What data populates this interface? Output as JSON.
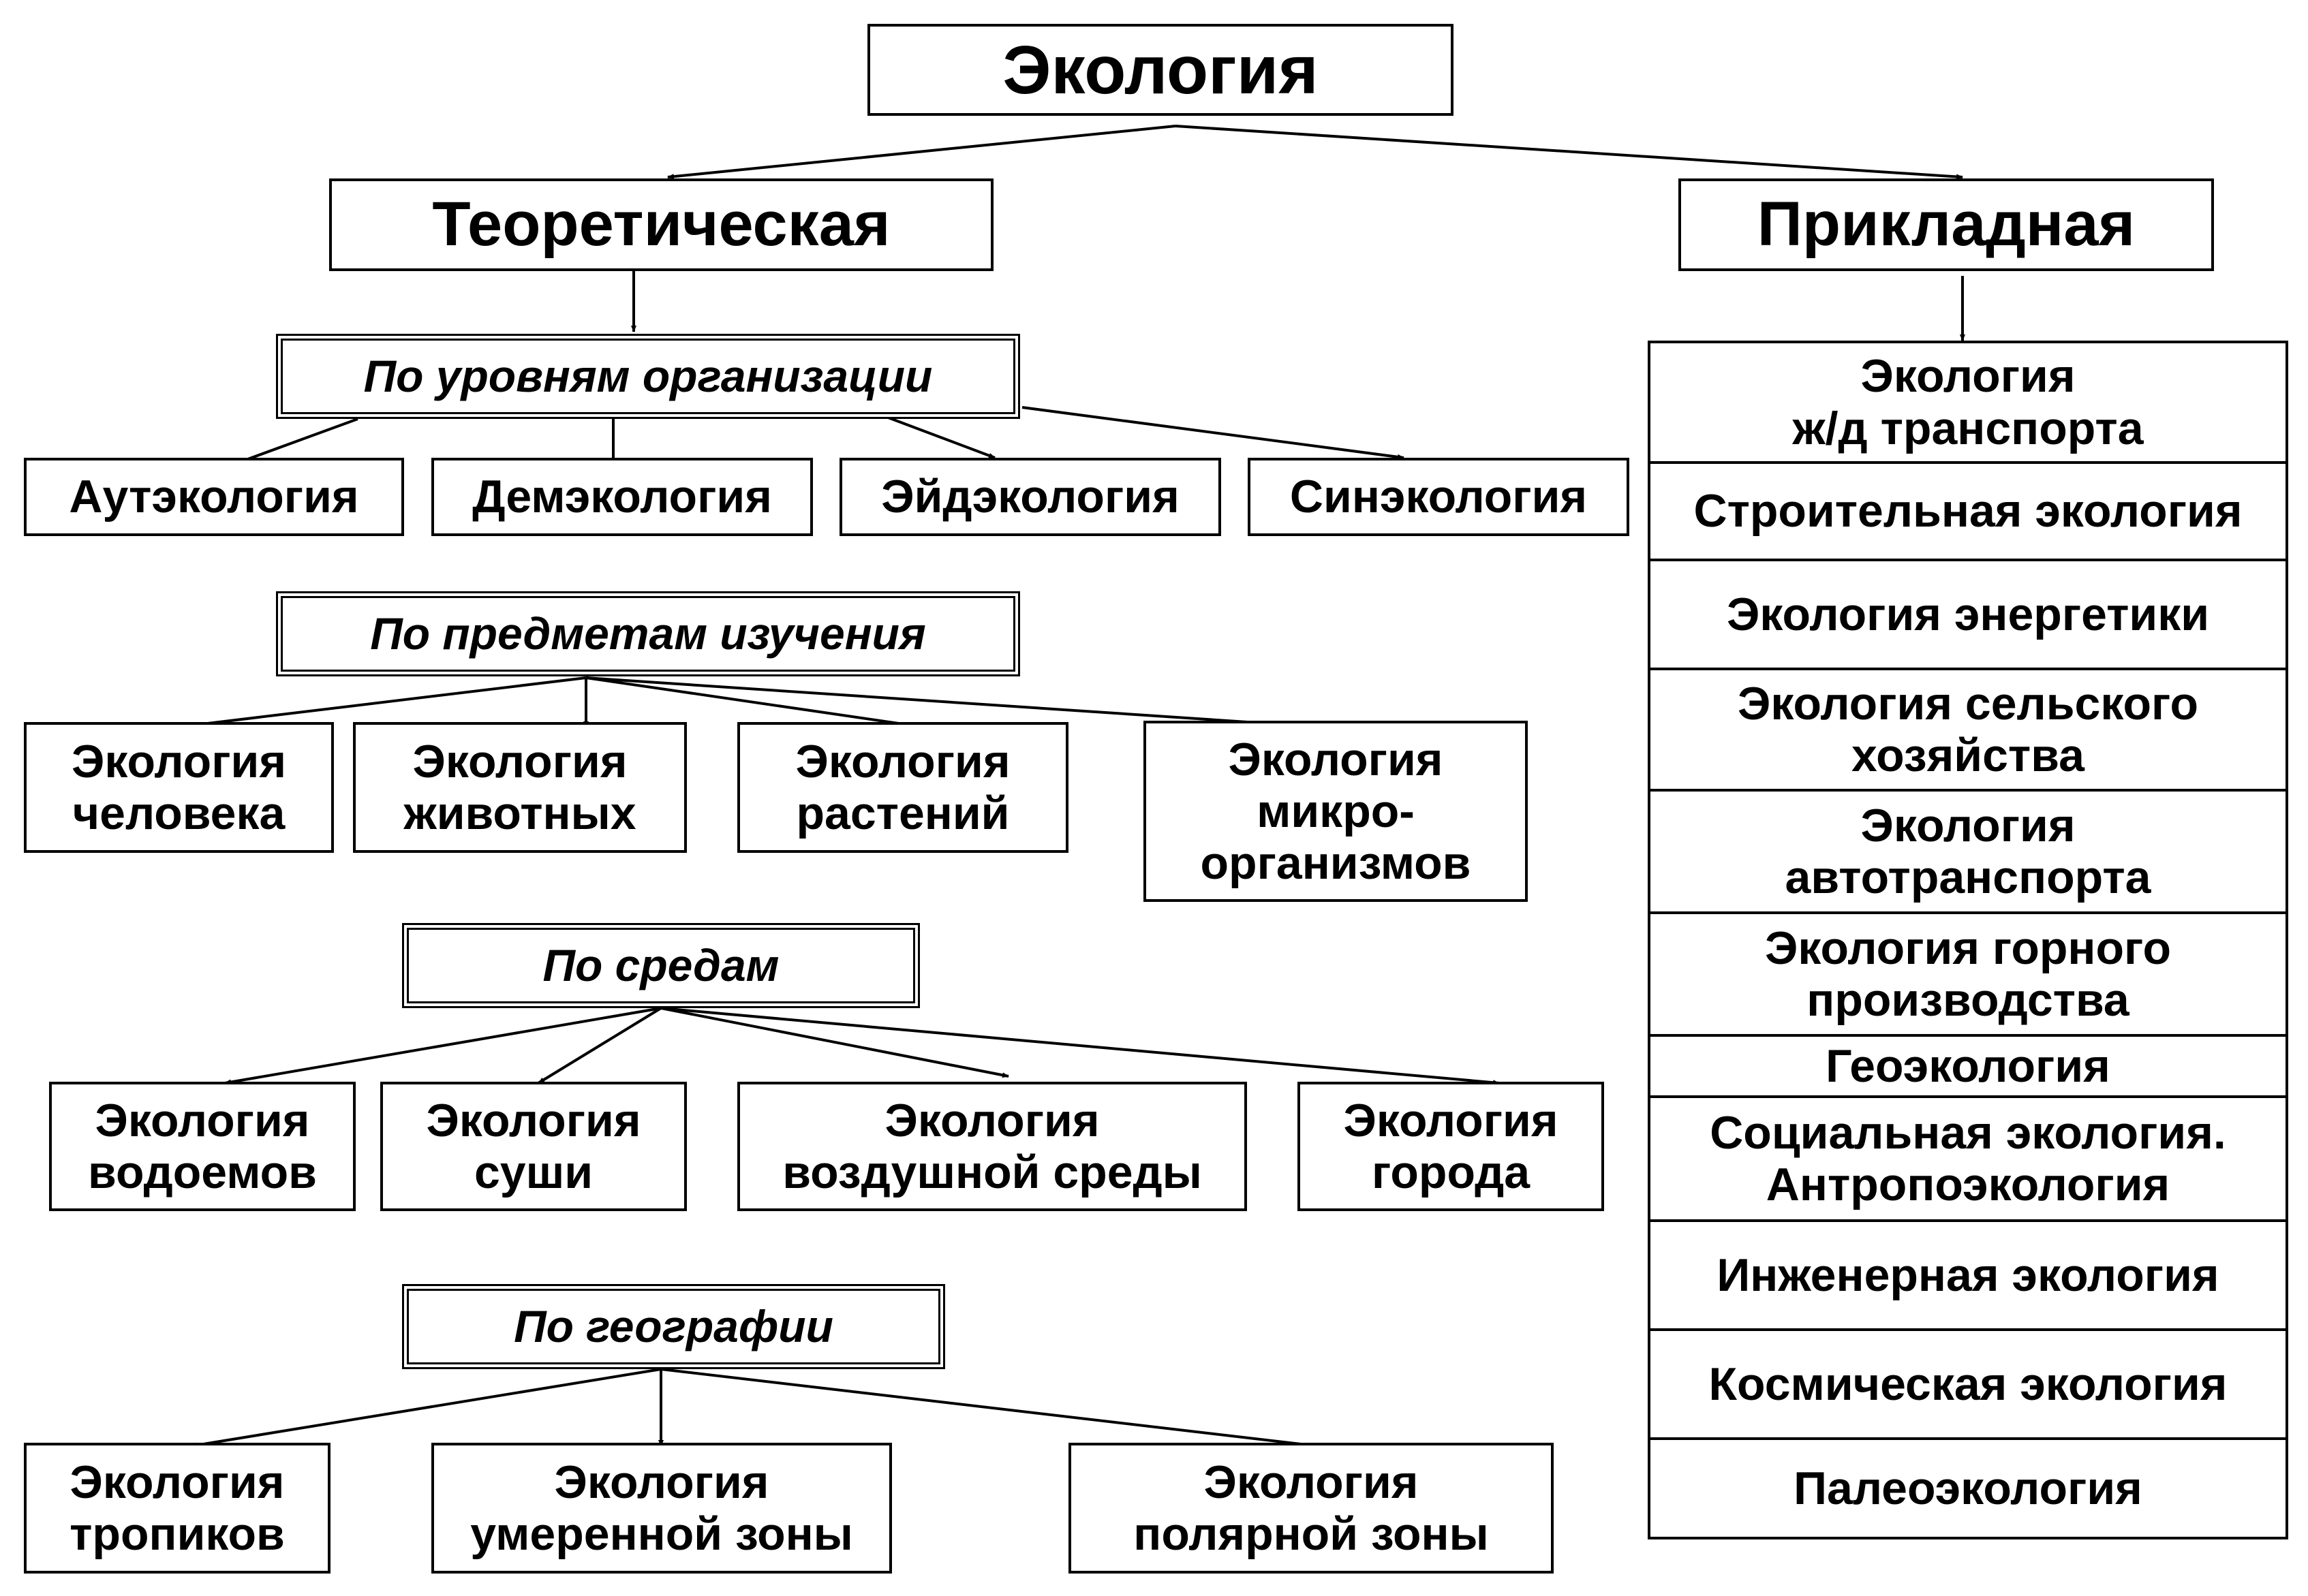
{
  "root": "Экология",
  "branches": {
    "theoretical": "Теоретическая",
    "applied": "Прикладная"
  },
  "categories": {
    "levels": {
      "label": "По уровням организации",
      "items": [
        "Аутэкология",
        "Демэкология",
        "Эйдэкология",
        "Синэкология"
      ]
    },
    "subjects": {
      "label": "По предметам изучения",
      "items": [
        "Экология\nчеловека",
        "Экология\nживотных",
        "Экология\nрастений",
        "Экология\nмикро-\nорганизмов"
      ]
    },
    "environments": {
      "label": "По средам",
      "items": [
        "Экология\nводоемов",
        "Экология\nсуши",
        "Экология\nвоздушной среды",
        "Экология\nгорода"
      ]
    },
    "geography": {
      "label": "По географии",
      "items": [
        "Экология\nтропиков",
        "Экология\nумеренной зоны",
        "Экология\nполярной зоны"
      ]
    }
  },
  "applied_items": [
    "Экология\nж/д транспорта",
    "Строительная экология",
    "Экология энергетики",
    "Экология сельского\nхозяйства",
    "Экология\nавтотранспорта",
    "Экология горного\nпроизводства",
    "Геоэкология",
    "Социальная экология.\nАнтропоэкология",
    "Инженерная экология",
    "Космическая экология",
    "Палеоэкология"
  ]
}
